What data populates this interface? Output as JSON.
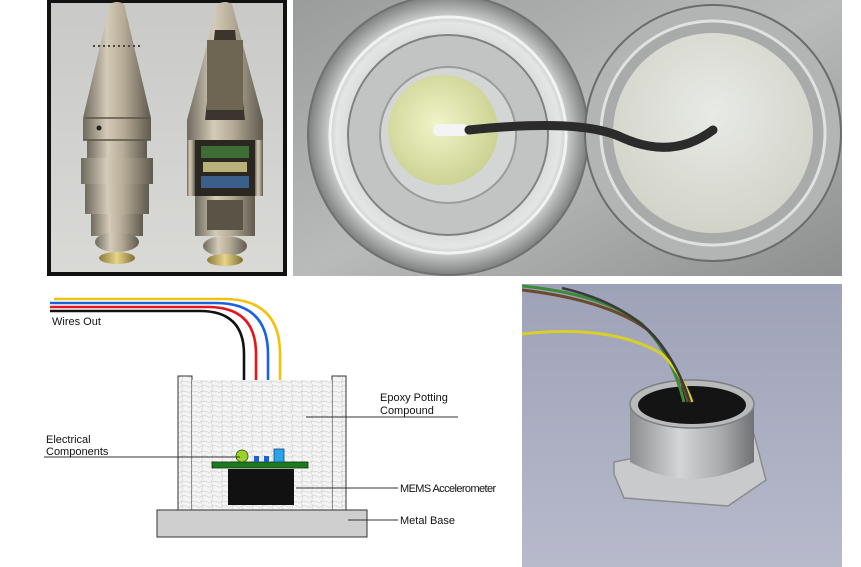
{
  "diagram": {
    "wires_label": "Wires Out",
    "epoxy_label_line1": "Epoxy Potting",
    "epoxy_label_line2": "Compound",
    "electrical_label_line1": "Electrical",
    "electrical_label_line2": "Components",
    "mems_label": "MEMS Accelerometer",
    "base_label": "Metal Base",
    "wire_colors": [
      "#111111",
      "#e5141d",
      "#1a63e0",
      "#f2c20f"
    ]
  },
  "photos": {
    "projectile_photo": "projectile-cutaway",
    "potting_photo": "potted-sensor-housings",
    "sensor_photo": "packaged-sensor"
  }
}
